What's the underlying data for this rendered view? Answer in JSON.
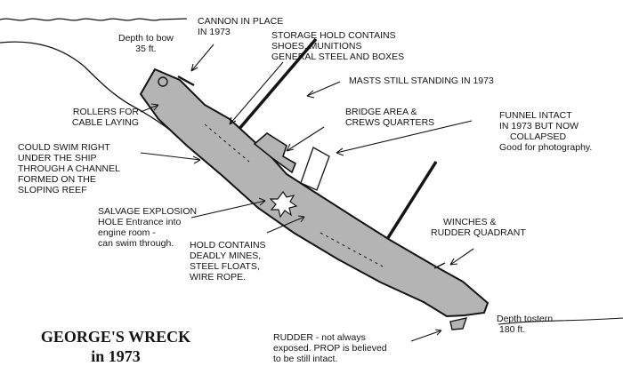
{
  "title": {
    "line1": "GEORGE'S WRECK",
    "line2": "in 1973"
  },
  "labels": {
    "depth_bow": [
      "Depth to bow",
      "35 ft."
    ],
    "cannon": [
      "CANNON IN PLACE",
      "IN 1973"
    ],
    "storage": [
      "STORAGE HOLD CONTAINS",
      "SHOES, MUNITIONS",
      "GENERAL STEEL AND BOXES"
    ],
    "masts": [
      "MASTS STILL STANDING IN 1973"
    ],
    "rollers": [
      "ROLLERS FOR",
      "CABLE LAYING"
    ],
    "bridge": [
      "BRIDGE AREA &",
      "CREWS QUARTERS"
    ],
    "funnel": [
      "FUNNEL INTACT",
      "IN 1973 BUT NOW",
      "COLLAPSED",
      "Good for photography."
    ],
    "swim": [
      "COULD SWIM RIGHT",
      "UNDER THE SHIP",
      "THROUGH A CHANNEL",
      "FORMED ON THE",
      "SLOPING REEF"
    ],
    "salvage": [
      "SALVAGE EXPLOSION",
      "HOLE Entrance into",
      "engine room -",
      "can swim through."
    ],
    "winches": [
      "WINCHES &",
      "RUDDER QUADRANT"
    ],
    "hold": [
      "HOLD CONTAINS",
      "DEADLY MINES,",
      "STEEL FLOATS,",
      "WIRE ROPE."
    ],
    "depth_stern": [
      "Depth tostern",
      "180 ft."
    ],
    "rudder": [
      "RUDDER - not always",
      "exposed. PROP is believed",
      "to be still intact."
    ]
  },
  "colors": {
    "ink": "#141414",
    "hull_fill": "#b4b4b4",
    "paper": "#ffffff"
  }
}
